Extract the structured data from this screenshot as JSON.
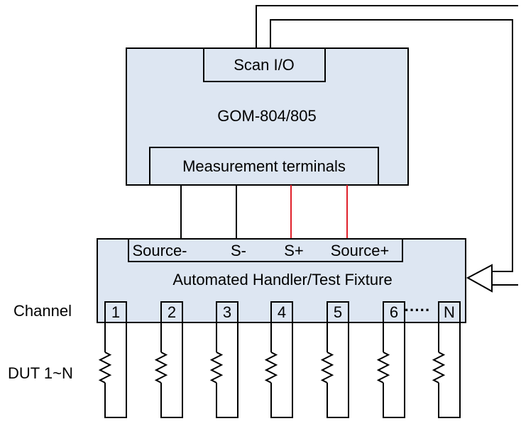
{
  "device": {
    "scan_io_label": "Scan I/O",
    "model_label": "GOM-804/805",
    "terminals_label": "Measurement terminals"
  },
  "fixture": {
    "title": "Automated Handler/Test Fixture",
    "terminals": [
      "Source-",
      "S-",
      "S+",
      "Source+"
    ],
    "channels": [
      "1",
      "2",
      "3",
      "4",
      "5",
      "6",
      "N"
    ],
    "ellipsis": "·····"
  },
  "labels": {
    "channel": "Channel",
    "dut": "DUT 1~N"
  },
  "colors": {
    "box_fill": "#dde6f2",
    "sense_wire": "#e0202a",
    "wire": "#000000"
  }
}
